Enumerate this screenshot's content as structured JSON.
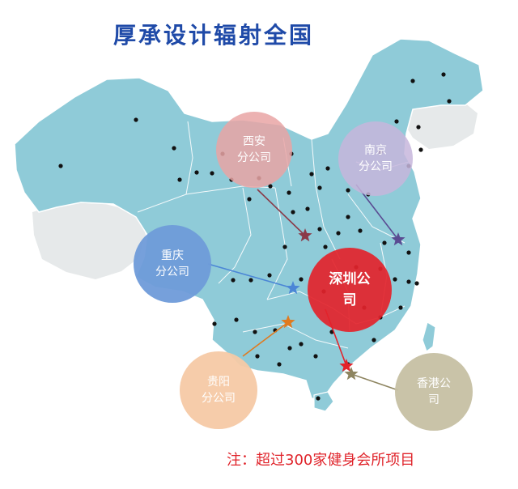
{
  "title": "厚承设计辐射全国",
  "note": "注：超过300家健身会所项目",
  "colors": {
    "title": "#1f4aa8",
    "note": "#e0242b",
    "map_fill": "#8fcbd8",
    "map_outline": "#ffffff",
    "neighbor_fill": "#e6e9ea",
    "city_dot": "#111111"
  },
  "offices": [
    {
      "id": "xian",
      "name_line1": "西安",
      "name_line2": "分公司",
      "color": "#e9a4a4",
      "star_color": "#8b3a48"
    },
    {
      "id": "nanjing",
      "name_line1": "南京",
      "name_line2": "分公司",
      "color": "#c7b6dc",
      "star_color": "#5a4b92"
    },
    {
      "id": "chongqing",
      "name_line1": "重庆",
      "name_line2": "分公司",
      "color": "#6f9bd9",
      "star_color": "#4b86d6"
    },
    {
      "id": "shenzhen",
      "name_line1": "深圳公",
      "name_line2": "司",
      "color": "#e3232b",
      "star_color": "#e3232b",
      "headquarters": true
    },
    {
      "id": "guiyang",
      "name_line1": "贵阳",
      "name_line2": "分公司",
      "color": "#f6c9a5",
      "star_color": "#e07a1f"
    },
    {
      "id": "hongkong",
      "name_line1": "香港公",
      "name_line2": "司",
      "color": "#c6c0a3",
      "star_color": "#8e8560"
    }
  ]
}
